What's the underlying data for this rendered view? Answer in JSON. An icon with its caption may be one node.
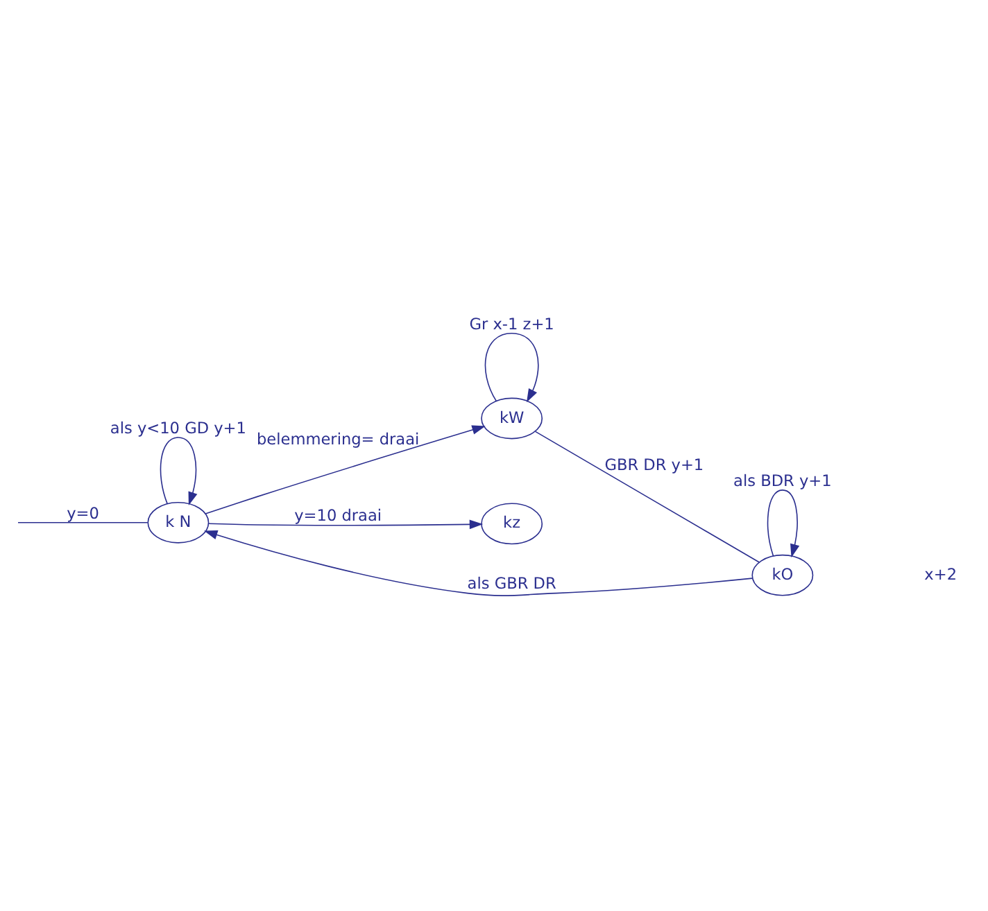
{
  "diagram": {
    "nodes": [
      {
        "text": [
          "k N"
        ]
      },
      {
        "text": [
          "kW"
        ]
      },
      {
        "text": [
          "kz"
        ]
      },
      {
        "text": [
          "kO"
        ]
      }
    ],
    "edges": [
      {
        "from": null,
        "to": 0,
        "arrow": "none",
        "label": "y=0"
      },
      {
        "from": 0,
        "to": 0,
        "arrow": "to",
        "label": "als y<10 GD y+1"
      },
      {
        "from": 0,
        "to": 1,
        "arrow": "to",
        "label": "belemmering= draai"
      },
      {
        "from": 1,
        "to": 1,
        "arrow": "to",
        "label": "Gr x-1 z+1"
      },
      {
        "from": 1,
        "to": 3,
        "arrow": "none",
        "label": "GBR DR y+1"
      },
      {
        "from": 3,
        "to": 3,
        "arrow": "to",
        "label": "als BDR y+1"
      },
      {
        "from": 3,
        "to": 0,
        "arrow": "to",
        "label": "als GBR DR"
      },
      {
        "from": 0,
        "to": 2,
        "arrow": "to",
        "label": "y=10 draai"
      }
    ],
    "labels": [
      "x+2"
    ]
  }
}
